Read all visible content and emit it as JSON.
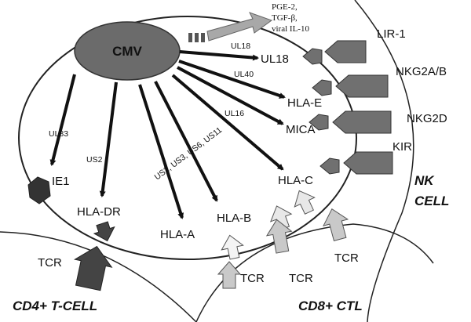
{
  "virus": "CMV",
  "secreted_factors": [
    "PGE-2,",
    "TGF-β,",
    "viral IL-10"
  ],
  "gene_labels": {
    "ul83": "UL83",
    "us2": "US2",
    "us_group": "US2, US3, US6, US11",
    "ul16": "UL16",
    "ul40": "UL40",
    "ul18": "UL18"
  },
  "targets": {
    "ie1": "IE1",
    "hla_dr": "HLA-DR",
    "hla_a": "HLA-A",
    "hla_b": "HLA-B",
    "hla_c": "HLA-C",
    "mica": "MICA",
    "hla_e": "HLA-E",
    "ul18": "UL18"
  },
  "receptors": {
    "lir1": "LIR-1",
    "nkg2ab": "NKG2A/B",
    "nkg2d": "NKG2D",
    "kir": "KIR",
    "tcr": "TCR"
  },
  "cells": {
    "nk_line1": "NK",
    "nk_line2": "CELL",
    "cd4": "CD4+ T-CELL",
    "cd8": "CD8+ CTL"
  },
  "colors": {
    "outline": "#222222",
    "cmv_fill": "#6b6b6b",
    "receptor_fill": "#707070",
    "tcr_cd4_fill": "#444444",
    "tcr_cd8_fill": "#c9c9c9",
    "secretion_fill": "#a8a8a8"
  }
}
